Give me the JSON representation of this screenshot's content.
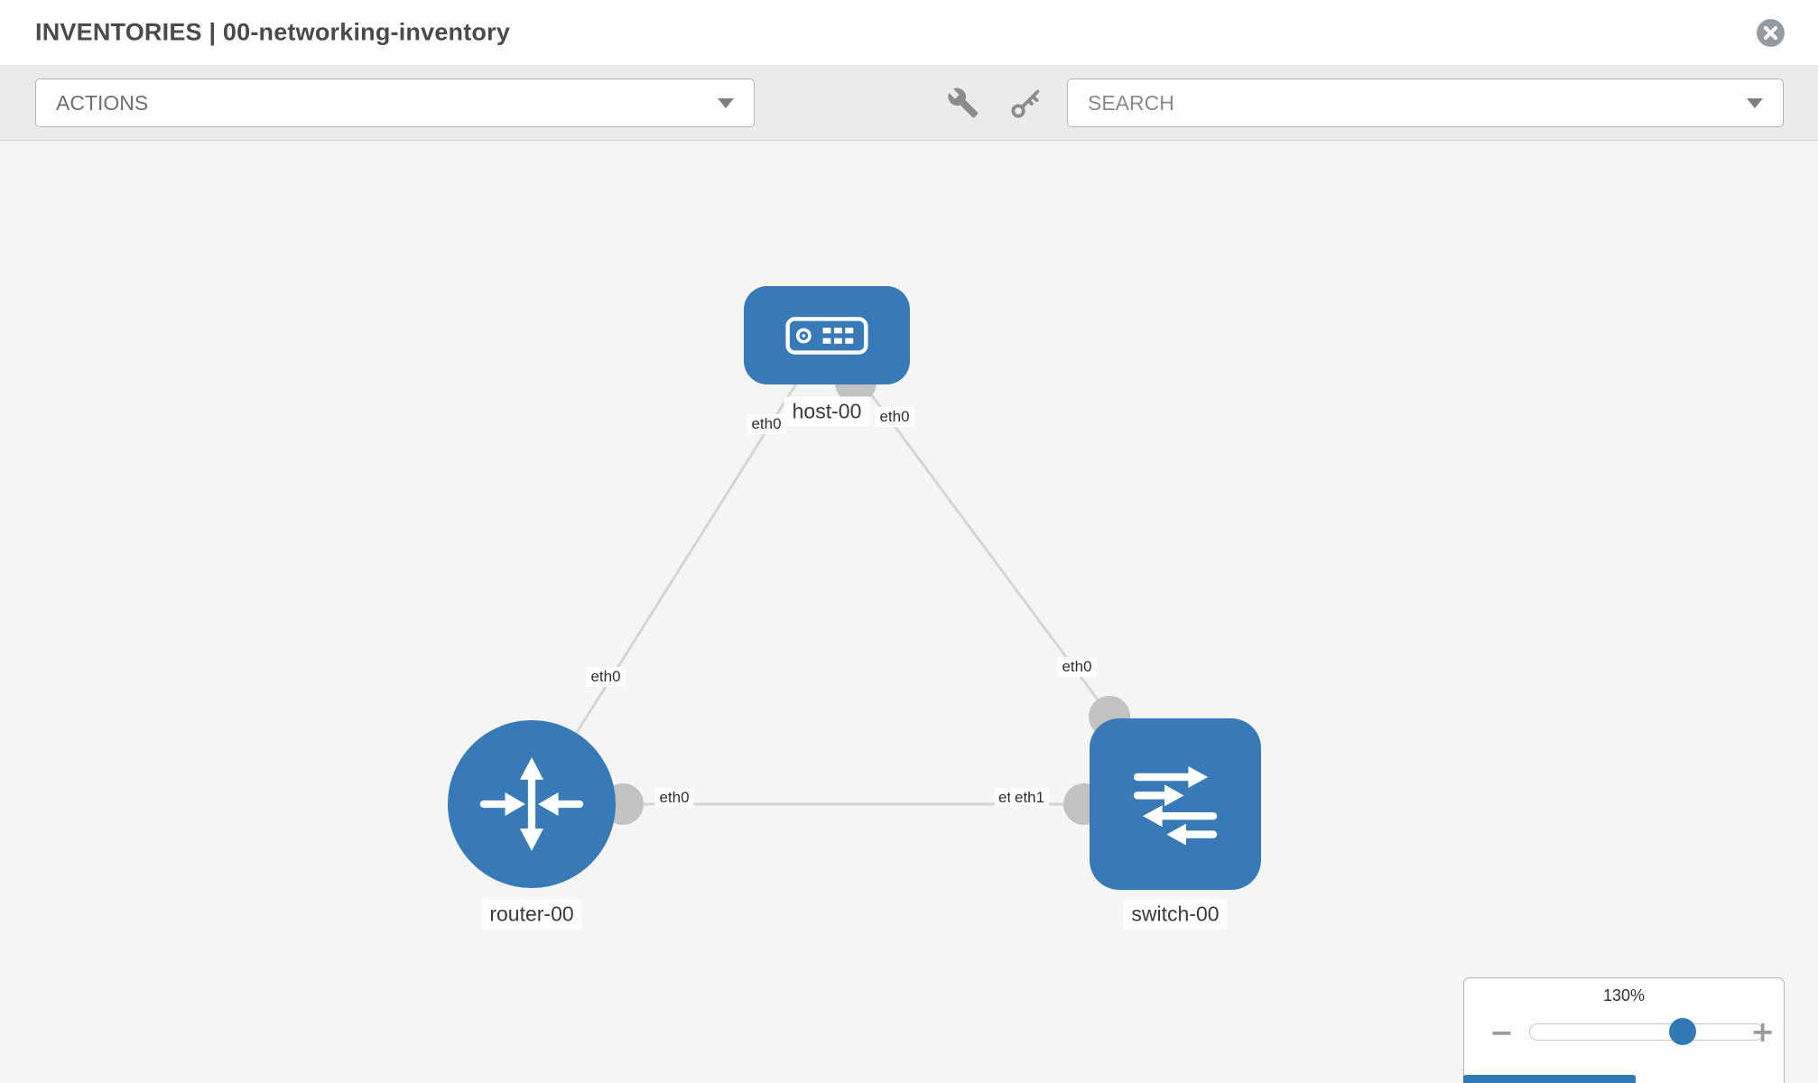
{
  "header": {
    "title": "INVENTORIES | 00-networking-inventory"
  },
  "toolbar": {
    "actions_label": "ACTIONS",
    "search_label": "SEARCH",
    "icons": [
      "wrench",
      "key"
    ]
  },
  "topology": {
    "nodes": [
      {
        "label": "host-00",
        "type": "host"
      },
      {
        "label": "router-00",
        "type": "router"
      },
      {
        "label": "switch-00",
        "type": "switch"
      }
    ],
    "links": [
      {
        "from": "host-00",
        "from_port": "eth0",
        "to": "router-00",
        "to_port": "eth0"
      },
      {
        "from": "host-00",
        "from_port": "eth0",
        "to": "switch-00",
        "to_port": "eth0"
      },
      {
        "from": "router-00",
        "from_port": "eth0",
        "to": "switch-00",
        "to_port": "eth1"
      }
    ],
    "port_labels": [
      {
        "text": "eth0"
      },
      {
        "text": "eth0"
      },
      {
        "text": "eth0"
      },
      {
        "text": "eth0"
      },
      {
        "text": "eth0"
      },
      {
        "text": "eth1"
      },
      {
        "text": "eth1"
      }
    ]
  },
  "zoom": {
    "level": "130%",
    "minus_label": "−",
    "plus_label": "+"
  },
  "colors": {
    "node_blue": "#377ab7",
    "link_gray": "#d5d5d5",
    "port_gray": "#c2c2c2"
  }
}
